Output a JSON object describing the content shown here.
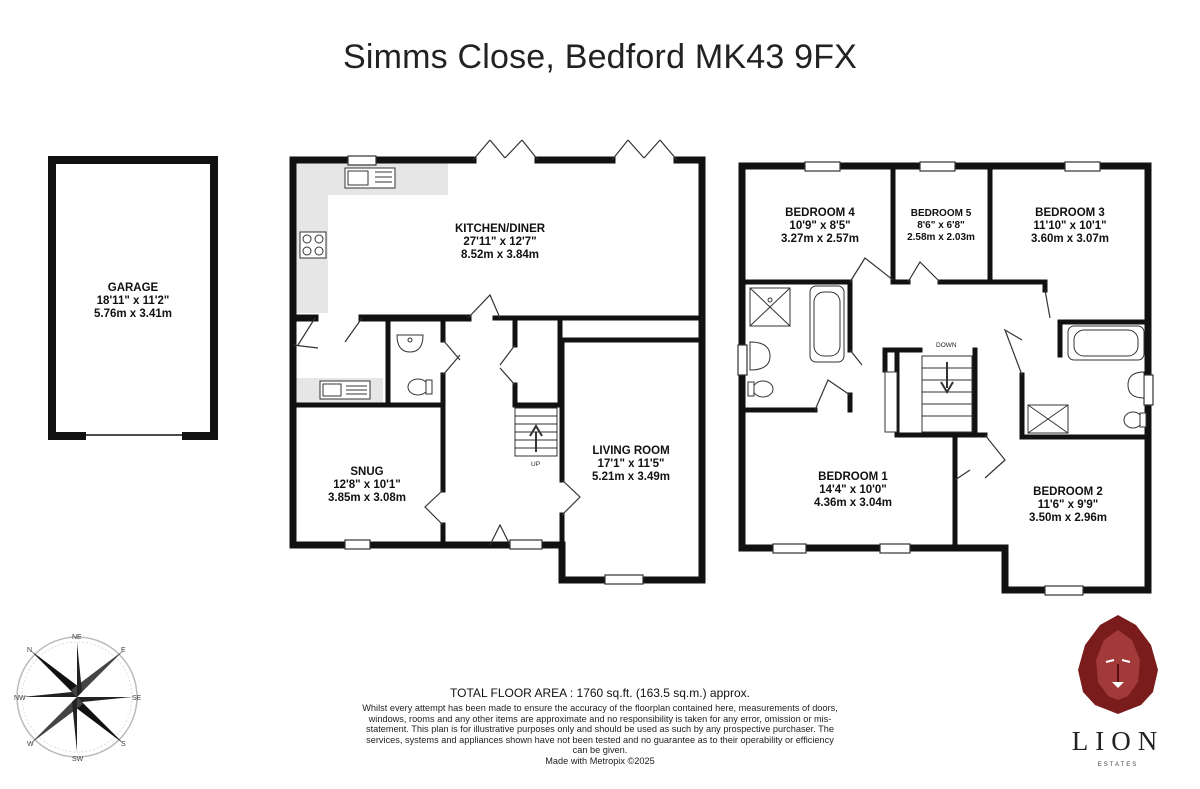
{
  "title": "Simms Close, Bedford MK43 9FX",
  "rooms": {
    "garage": {
      "name": "GARAGE",
      "imperial": "18'11\" x 11'2\"",
      "metric": "5.76m x 3.41m"
    },
    "kitchen": {
      "name": "KITCHEN/DINER",
      "imperial": "27'11\" x 12'7\"",
      "metric": "8.52m x 3.84m"
    },
    "snug": {
      "name": "SNUG",
      "imperial": "12'8\" x 10'1\"",
      "metric": "3.85m x 3.08m"
    },
    "living": {
      "name": "LIVING ROOM",
      "imperial": "17'1\" x 11'5\"",
      "metric": "5.21m x 3.49m"
    },
    "bedroom4": {
      "name": "BEDROOM 4",
      "imperial": "10'9\" x 8'5\"",
      "metric": "3.27m x 2.57m"
    },
    "bedroom5": {
      "name": "BEDROOM 5",
      "imperial": "8'6\" x 6'8\"",
      "metric": "2.58m x 2.03m"
    },
    "bedroom3": {
      "name": "BEDROOM 3",
      "imperial": "11'10\" x 10'1\"",
      "metric": "3.60m x 3.07m"
    },
    "bedroom1": {
      "name": "BEDROOM 1",
      "imperial": "14'4\" x 10'0\"",
      "metric": "4.36m x 3.04m"
    },
    "bedroom2": {
      "name": "BEDROOM 2",
      "imperial": "11'6\" x 9'9\"",
      "metric": "3.50m x 2.96m"
    }
  },
  "stair_labels": {
    "up": "UP",
    "down": "DOWN"
  },
  "compass": {
    "n": "N",
    "ne": "NE",
    "e": "E",
    "se": "SE",
    "s": "S",
    "sw": "SW",
    "w": "W",
    "nw": "NW"
  },
  "total_area": "TOTAL FLOOR AREA : 1760 sq.ft. (163.5 sq.m.) approx.",
  "disclaimer": "Whilst every attempt has been made to ensure the accuracy of the floorplan contained here, measurements of doors, windows, rooms and any other items are approximate and no responsibility is taken for any error, omission or mis-statement. This plan is for illustrative purposes only and should be used as such by any prospective purchaser. The services, systems and appliances shown have not been tested and no guarantee as to their operability or efficiency can be given.",
  "made_with": "Made with Metropix ©2025",
  "logo": {
    "name": "LION",
    "sub": "ESTATES"
  },
  "colors": {
    "wall": "#111111",
    "kitchen_units": "#e6e6e6",
    "logo_red": "#7a1c1c"
  }
}
